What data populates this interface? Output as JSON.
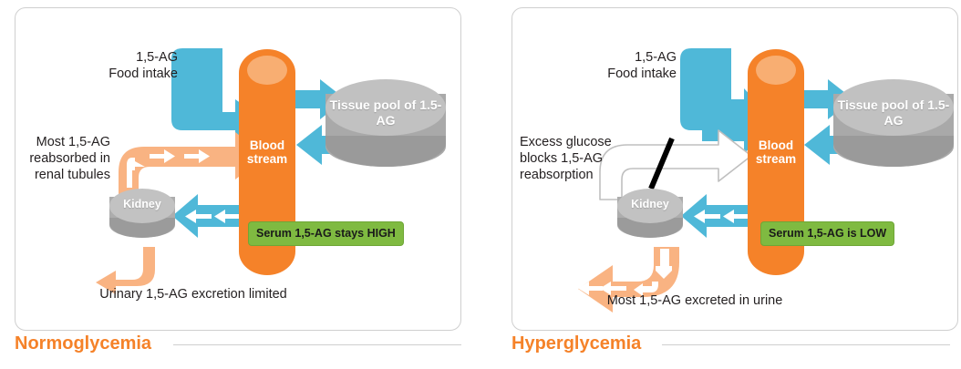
{
  "figure": {
    "title_left": "Normoglycemia",
    "title_right": "Hyperglycemia"
  },
  "colors": {
    "orange": "#F58229",
    "orange_light": "#F8AE72",
    "peach_arrow": "#F9B382",
    "blue_arrow": "#4FB8D8",
    "green_badge": "#7FBA41",
    "gray_disc": "#ADADAD",
    "gray_disc_top": "#C2C2C2",
    "panel_border": "#cfcfcf",
    "text": "#231f20",
    "caption": "#F58229"
  },
  "panels": [
    {
      "id": "normoglycemia",
      "caption": "Normoglycemia",
      "bloodstream_label": "Blood\nstream",
      "tissue_pool_label": "Tissue pool\nof 1.5-AG",
      "kidney_label": "Kidney",
      "serum_badge": "Serum 1,5-AG\nstays HIGH",
      "food_intake_label": "1,5-AG\nFood intake",
      "reabsorption_label": "Most 1,5-AG\nreabsorbed in\nrenal tubules",
      "excretion_label": "Urinary 1,5-AG excretion limited",
      "reabsorption_state": "active",
      "excretion_state": "limited"
    },
    {
      "id": "hyperglycemia",
      "caption": "Hyperglycemia",
      "bloodstream_label": "Blood\nstream",
      "tissue_pool_label": "Tissue pool\nof 1.5-AG",
      "kidney_label": "Kidney",
      "serum_badge": "Serum 1,5-AG\nis LOW",
      "food_intake_label": "1,5-AG\nFood intake",
      "reabsorption_label": "Excess glucose\nblocks 1,5-AG\nreabsorption",
      "excretion_label": "Most 1,5-AG excreted in urine",
      "reabsorption_state": "blocked",
      "excretion_state": "heavy"
    }
  ],
  "icons": {
    "bloodstream": "cylinder-icon",
    "tissue_pool": "disc-icon",
    "kidney": "disc-icon",
    "food_intake_arrow": "bent-arrow-icon",
    "tissue_out_arrow": "right-arrow-icon",
    "tissue_in_arrow": "left-arrow-icon",
    "kidney_filtration_arrow": "left-block-arrow-icon",
    "reabsorption_arrow": "curved-block-arrow-icon",
    "excretion_arrow": "curved-down-arrow-icon",
    "block_slash": "slash-icon"
  }
}
